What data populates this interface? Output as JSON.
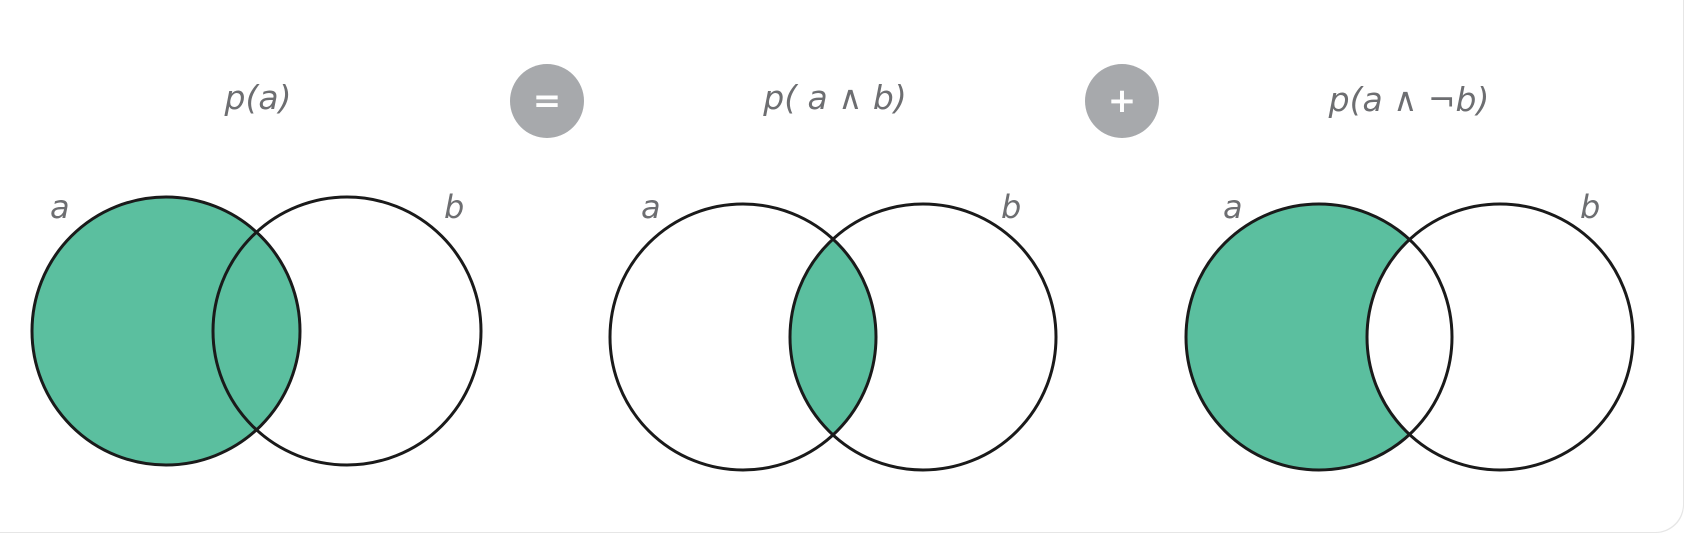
{
  "colors": {
    "fill": "#5bbf9f",
    "stroke": "#1a1a1a",
    "text": "#6d6e71",
    "operator_bg": "#a7a9ac"
  },
  "operators": {
    "equals": "=",
    "plus": "+"
  },
  "panels": [
    {
      "formula": "p(a)",
      "label_a": "a",
      "label_b": "b",
      "shaded_region": "a"
    },
    {
      "formula": "p( a ∧ b)",
      "label_a": "a",
      "label_b": "b",
      "shaded_region": "a-and-b"
    },
    {
      "formula": "p(a ∧ ¬b)",
      "label_a": "a",
      "label_b": "b",
      "shaded_region": "a-and-not-b"
    }
  ]
}
